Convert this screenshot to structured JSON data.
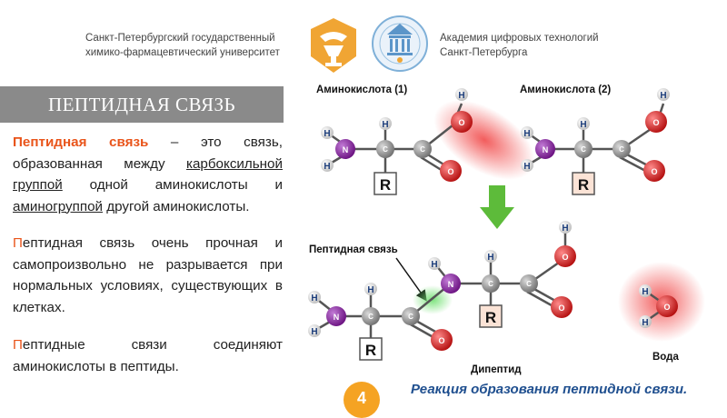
{
  "header": {
    "left_org_line1": "Санкт-Петербургский государственный",
    "left_org_line2": "химико-фармацевтический университет",
    "right_org_line1": "Академия цифровых технологий",
    "right_org_line2": "Санкт-Петербурга",
    "left_logo_icon": "spbgkhfu-logo-icon",
    "right_logo_icon": "academy-logo-icon"
  },
  "title": "ПЕПТИДНАЯ СВЯЗЬ",
  "paragraph1": {
    "term": "Пептидная связь",
    "text1": " – это связь, образованная между ",
    "link1": "карбоксильной группой",
    "text2": " одной аминокислоты и ",
    "link2": "аминогруппой",
    "text3": " другой аминокислоты."
  },
  "paragraph2": {
    "first_letter": "П",
    "text": "ептидная связь очень прочная и самопроизвольно не разрывается при нормальных условиях, существующих в клетках."
  },
  "paragraph3": {
    "first_letter": "П",
    "text": "ептидные связи соединяют аминокислоты в пептиды."
  },
  "diagram": {
    "label_aa1": "Аминокислота (1)",
    "label_aa2": "Аминокислота (2)",
    "label_bond": "Пептидная связь",
    "label_dipeptide": "Дипептид",
    "label_water": "Вода",
    "atom_H": "H",
    "atom_N": "N",
    "atom_C": "C",
    "atom_O": "O",
    "atom_R": "R",
    "colors": {
      "nitrogen": "#7b1f8f",
      "carbon": "#8d8d8d",
      "oxygen": "#d81f1f",
      "hydrogen": "#e6e6e6",
      "arrow": "#5dbb3a",
      "highlight_red": "#f04040",
      "highlight_green": "#6fe06f"
    }
  },
  "caption": "Реакция образования пептидной связи.",
  "page_number": "4"
}
